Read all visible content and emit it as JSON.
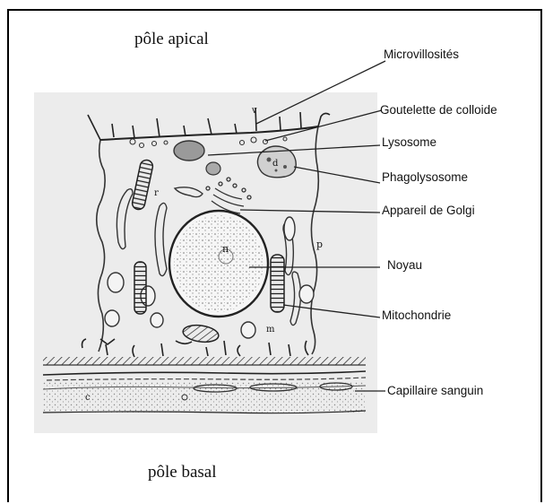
{
  "poles": {
    "apical": "pôle apical",
    "basal": "pôle basal"
  },
  "labels": {
    "microvillosites": "Microvillosités",
    "goutelette": "Goutelette de colloide",
    "lysosome": "Lysosome",
    "phagolysosome": "Phagolysosome",
    "golgi": "Appareil de Golgi",
    "noyau": "Noyau",
    "mitochondrie": "Mitochondrie",
    "capillaire": "Capillaire sanguin"
  },
  "micrograph_letters": {
    "v": "v",
    "d": "d",
    "n": "n",
    "m": "m",
    "p": "p",
    "c": "c",
    "r": "r"
  },
  "colors": {
    "ink": "#111111",
    "panel": "#ececec",
    "stipple": "#7a7a7a"
  }
}
